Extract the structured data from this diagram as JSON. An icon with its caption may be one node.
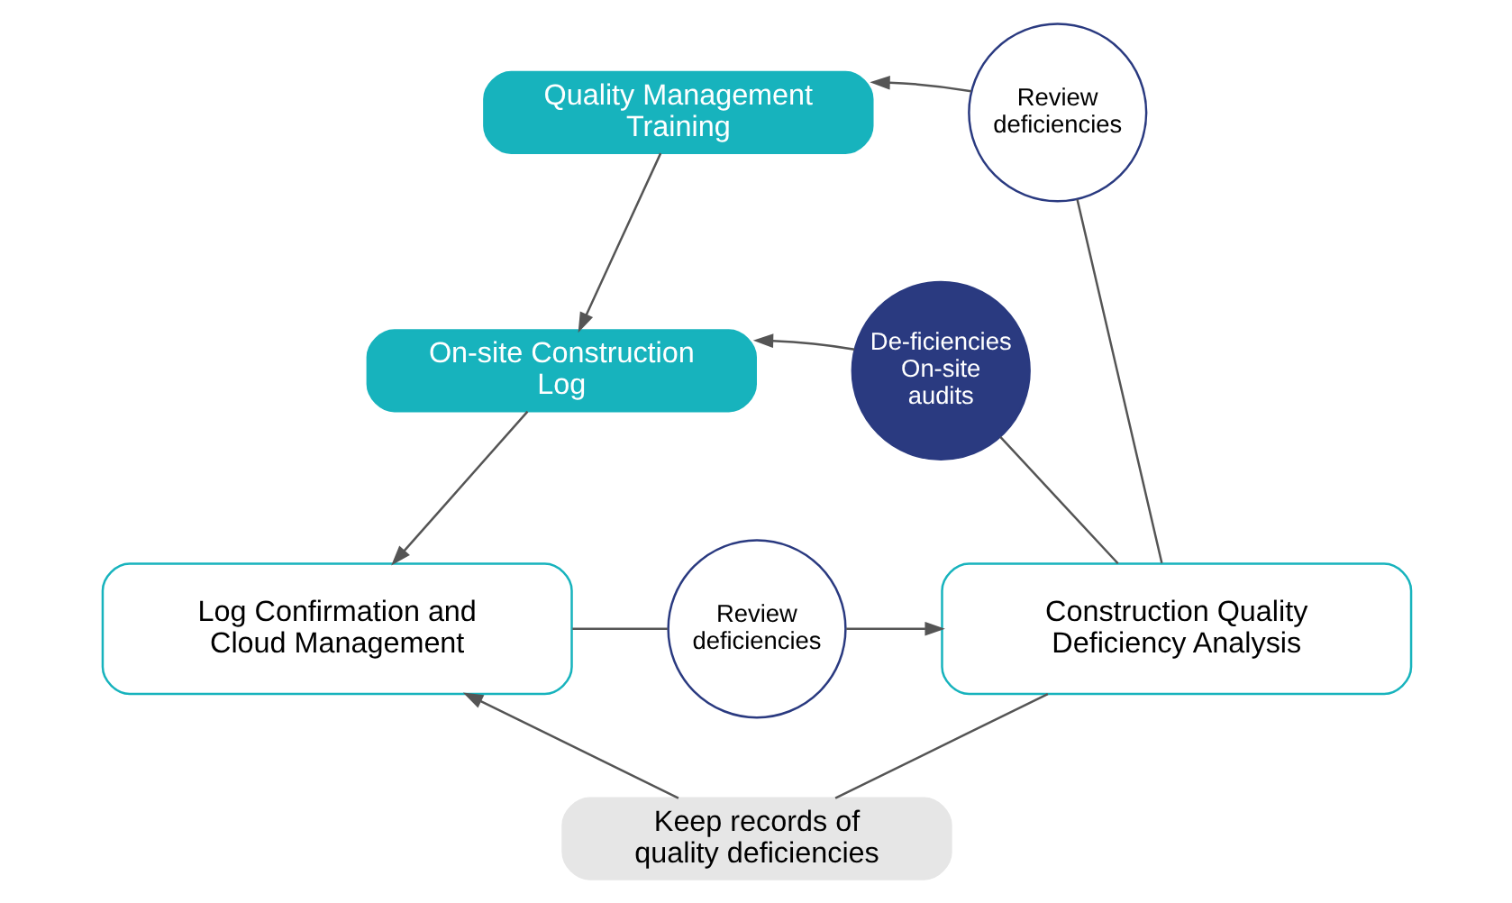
{
  "diagram": {
    "nodes": [
      {
        "text": [
          "Quality Management Training"
        ]
      },
      {
        "text": [
          "On-site Construction Log"
        ]
      },
      {
        "text": [
          "Log Confirmation and Cloud Management"
        ]
      },
      {
        "text": [
          "Review deficiencies"
        ]
      },
      {
        "text": [
          "Construction Quality Deficiency Analysis"
        ]
      },
      {
        "text": [
          "Review deficiencies"
        ]
      },
      {
        "text": [
          "De-ficiencies On-site audits"
        ]
      },
      {
        "text": [
          "Keep records of quality deficiencies"
        ]
      }
    ],
    "edges": [
      {
        "from": 0,
        "to": 1,
        "arrow": "to"
      },
      {
        "from": 1,
        "to": 2,
        "arrow": "to"
      },
      {
        "from": 2,
        "to": 3,
        "arrow": "none"
      },
      {
        "from": 3,
        "to": 4,
        "arrow": "to"
      },
      {
        "from": 4,
        "to": 5,
        "arrow": "none"
      },
      {
        "from": 5,
        "to": 0,
        "arrow": "to"
      },
      {
        "from": 4,
        "to": 6,
        "arrow": "none"
      },
      {
        "from": 6,
        "to": 1,
        "arrow": "to"
      },
      {
        "from": 4,
        "to": 7,
        "arrow": "none"
      },
      {
        "from": 7,
        "to": 2,
        "arrow": "to"
      }
    ]
  }
}
